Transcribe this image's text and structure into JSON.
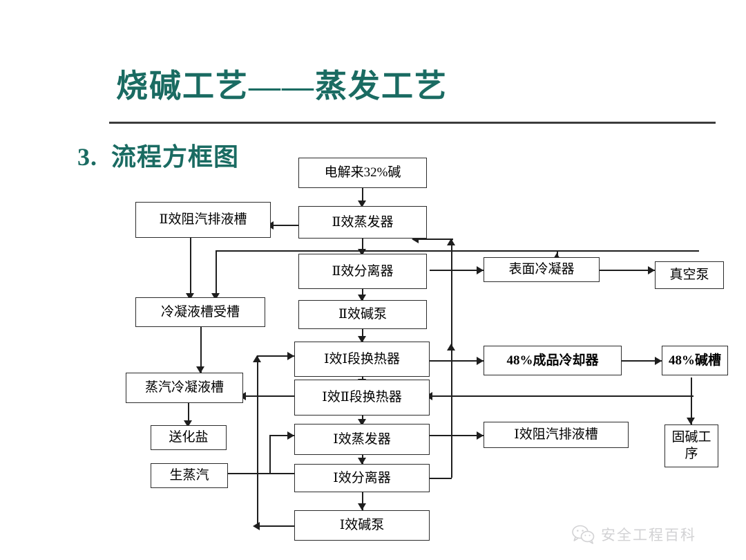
{
  "slide": {
    "title": "烧碱工艺——蒸发工艺",
    "section_number": "3.",
    "section_label": "流程方框图",
    "title_color": "#1a6b62",
    "watermark_text": "安全工程百科",
    "watermark_icon": "wechat-icon"
  },
  "diagram": {
    "type": "flowchart",
    "nodes": [
      {
        "id": "feed",
        "label": "电解来32%碱"
      },
      {
        "id": "ii-evap",
        "label": "Ⅱ效蒸发器"
      },
      {
        "id": "ii-trap",
        "label": "Ⅱ效阻汽排液槽"
      },
      {
        "id": "ii-sep",
        "label": "Ⅱ效分离器"
      },
      {
        "id": "ii-pump",
        "label": "Ⅱ效碱泵"
      },
      {
        "id": "surface-cond",
        "label": "表面冷凝器"
      },
      {
        "id": "vacuum-pump",
        "label": "真空泵"
      },
      {
        "id": "cond-tank",
        "label": "冷凝液槽受槽"
      },
      {
        "id": "steam-cond",
        "label": "蒸汽冷凝液槽"
      },
      {
        "id": "to-salt",
        "label": "送化盐"
      },
      {
        "id": "live-steam",
        "label": "生蒸汽"
      },
      {
        "id": "i-hx-1",
        "label": "Ⅰ效Ⅰ段换热器"
      },
      {
        "id": "i-hx-2",
        "label": "Ⅰ效Ⅱ段换热器"
      },
      {
        "id": "i-evap",
        "label": "Ⅰ效蒸发器"
      },
      {
        "id": "i-sep",
        "label": "Ⅰ效分离器"
      },
      {
        "id": "i-pump",
        "label": "Ⅰ效碱泵"
      },
      {
        "id": "i-trap",
        "label": "Ⅰ效阻汽排液槽"
      },
      {
        "id": "cooler-48",
        "label": "48%成品冷却器"
      },
      {
        "id": "tank-48",
        "label": "48%碱槽"
      },
      {
        "id": "solid-alkali",
        "label": "固碱工序"
      }
    ],
    "edges": [
      {
        "from": "feed",
        "to": "ii-evap"
      },
      {
        "from": "ii-evap",
        "to": "ii-trap"
      },
      {
        "from": "ii-evap",
        "to": "ii-sep"
      },
      {
        "from": "ii-trap",
        "to": "cond-tank"
      },
      {
        "from": "ii-sep",
        "to": "cond-tank"
      },
      {
        "from": "ii-sep",
        "to": "surface-cond"
      },
      {
        "from": "ii-sep",
        "to": "ii-pump"
      },
      {
        "from": "surface-cond",
        "to": "vacuum-pump"
      },
      {
        "from": "cond-tank",
        "to": "steam-cond"
      },
      {
        "from": "steam-cond",
        "to": "to-salt"
      },
      {
        "from": "ii-pump",
        "to": "i-hx-1"
      },
      {
        "from": "i-hx-1",
        "to": "i-hx-2"
      },
      {
        "from": "i-hx-1",
        "to": "cooler-48"
      },
      {
        "from": "i-hx-2",
        "to": "steam-cond"
      },
      {
        "from": "i-hx-2",
        "to": "i-evap"
      },
      {
        "from": "i-trap",
        "to": "i-hx-2"
      },
      {
        "from": "live-steam",
        "to": "i-evap"
      },
      {
        "from": "i-evap",
        "to": "i-trap"
      },
      {
        "from": "i-evap",
        "to": "i-sep"
      },
      {
        "from": "i-sep",
        "to": "ii-evap"
      },
      {
        "from": "i-sep",
        "to": "i-pump"
      },
      {
        "from": "i-pump",
        "to": "i-hx-1"
      },
      {
        "from": "cooler-48",
        "to": "tank-48"
      },
      {
        "from": "tank-48",
        "to": "solid-alkali"
      }
    ]
  }
}
